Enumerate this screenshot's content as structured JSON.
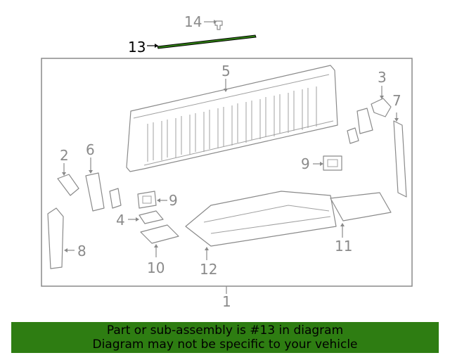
{
  "callouts": {
    "c1": "1",
    "c2": "2",
    "c3": "3",
    "c4": "4",
    "c5": "5",
    "c6": "6",
    "c7": "7",
    "c8": "8",
    "c9a": "9",
    "c9b": "9",
    "c10": "10",
    "c11": "11",
    "c12": "12",
    "c13": "13",
    "c14": "14"
  },
  "highlight_part": "13",
  "colors": {
    "highlight": "#2e7d12",
    "line": "#8a8a8a",
    "banner": "#2e7d12"
  },
  "banner": {
    "line1": "Part or sub-assembly is #13 in diagram",
    "line2": "Diagram may not be specific to your vehicle"
  }
}
